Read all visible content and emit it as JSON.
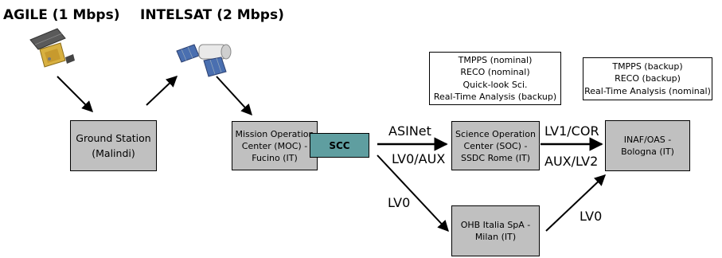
{
  "satellites": {
    "agile": {
      "label": "AGILE (1 Mbps)",
      "icon": "agile-satellite-icon"
    },
    "intelsat": {
      "label": "INTELSAT (2 Mbps)",
      "icon": "intelsat-satellite-icon"
    }
  },
  "nodes": {
    "ground_station": "Ground Station\n(Malindi)",
    "moc": "Mission Operation\nCenter (MOC) -\nFucino (IT)",
    "scc": "SCC",
    "soc": "Science Operation\nCenter (SOC) -\nSSDC Rome (IT)",
    "inaf": "INAF/OAS -\nBologna (IT)",
    "ohb": "OHB Italia SpA -\nMilan (IT)"
  },
  "notes": {
    "soc_tasks": "TMPPS (nominal)\nRECO (nominal)\nQuick-look Sci.\nReal-Time Analysis (backup)",
    "inaf_tasks": "TMPPS (backup)\nRECO (backup)\nReal-Time Analysis (nominal)"
  },
  "links": {
    "asinet": "ASINet",
    "lv0_aux": "LV0/AUX",
    "lv1_cor": "LV1/COR",
    "aux_lv2": "AUX/LV2",
    "lv0_to_ohb": "LV0",
    "lv0_from_ohb": "LV0"
  },
  "colors": {
    "node_fill": "#c0c0c0",
    "scc_fill": "#5f9ea0",
    "line": "#000000"
  }
}
